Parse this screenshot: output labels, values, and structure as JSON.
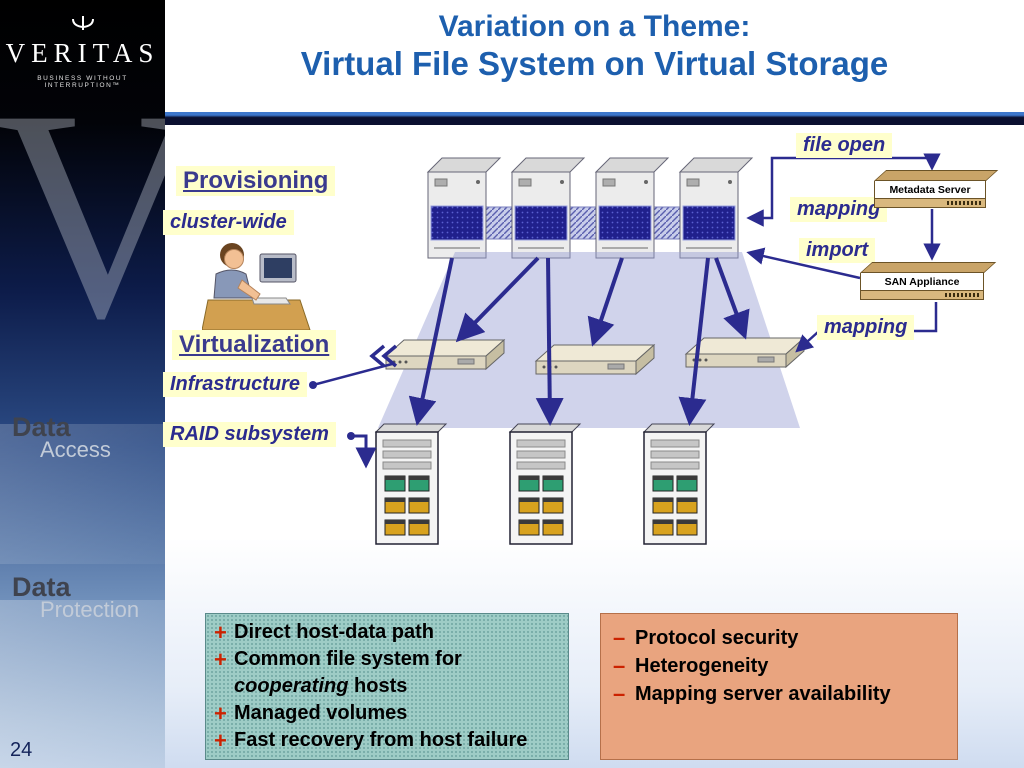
{
  "sidebar": {
    "logo_text": "VERITAS",
    "tagline": "BUSINESS WITHOUT INTERRUPTION™",
    "watermark_letter": "V",
    "data_access": {
      "bold": "Data",
      "light": "Access"
    },
    "data_protection": {
      "bold": "Data",
      "light": "Protection"
    },
    "slide_number": "24"
  },
  "title": {
    "line1": "Variation on a Theme:",
    "line2": "Virtual File System on Virtual Storage"
  },
  "diagram": {
    "labels": {
      "provisioning": "Provisioning",
      "cluster_wide": "cluster-wide",
      "virtualization": "Virtualization",
      "infrastructure": "Infrastructure",
      "raid_subsystem": "RAID subsystem",
      "file_open": "file open",
      "mapping_top": "mapping",
      "import": "import",
      "mapping_bottom": "mapping"
    },
    "devices": {
      "metadata_server": "Metadata Server",
      "san_appliance": "SAN Appliance"
    }
  },
  "pros_box": {
    "items": [
      {
        "bullet": "+",
        "text": "Direct host-data path"
      },
      {
        "bullet": "+",
        "text": "Common file system for"
      },
      {
        "bullet": "",
        "italic": "cooperating",
        "rest": " hosts"
      },
      {
        "bullet": "+",
        "text": "Managed volumes"
      },
      {
        "bullet": "+",
        "text": "Fast recovery from host failure"
      }
    ]
  },
  "cons_box": {
    "items": [
      {
        "bullet": "–",
        "text": "Protocol security"
      },
      {
        "bullet": "–",
        "text": "Heterogeneity"
      },
      {
        "bullet": "–",
        "text": "Mapping server availability"
      }
    ]
  },
  "colors": {
    "title_blue": "#1D5FAE",
    "arrow_navy": "#2B2B8F",
    "label_bg": "#FFFFCC",
    "pros_bg": "#9ECCC6",
    "cons_bg": "#E9A47F",
    "bullet_red": "#CC2200"
  }
}
